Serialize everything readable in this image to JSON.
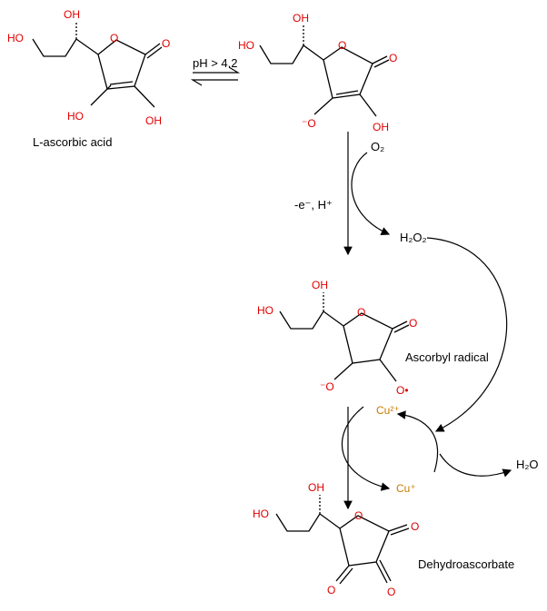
{
  "labels": {
    "ascorbic_acid": "L-ascorbic acid",
    "ascorbyl_radical": "Ascorbyl radical",
    "dehydroascorbate": "Dehydroascorbate",
    "ph_condition": "pH > 4.2",
    "oxidation_step": "-e⁻, H⁺",
    "o2": "O₂",
    "h2o2": "H₂O₂",
    "h2o": "H₂O",
    "cu2plus": "Cu²⁺",
    "cuplus": "Cu⁺"
  },
  "atoms": {
    "oh": "OH",
    "ho": "HO",
    "o": "O",
    "o_minus": "⁻O",
    "o_radical": "O•"
  },
  "colors": {
    "heteroatom": "#e00000",
    "copper": "#c87a00",
    "bond": "#000000"
  }
}
